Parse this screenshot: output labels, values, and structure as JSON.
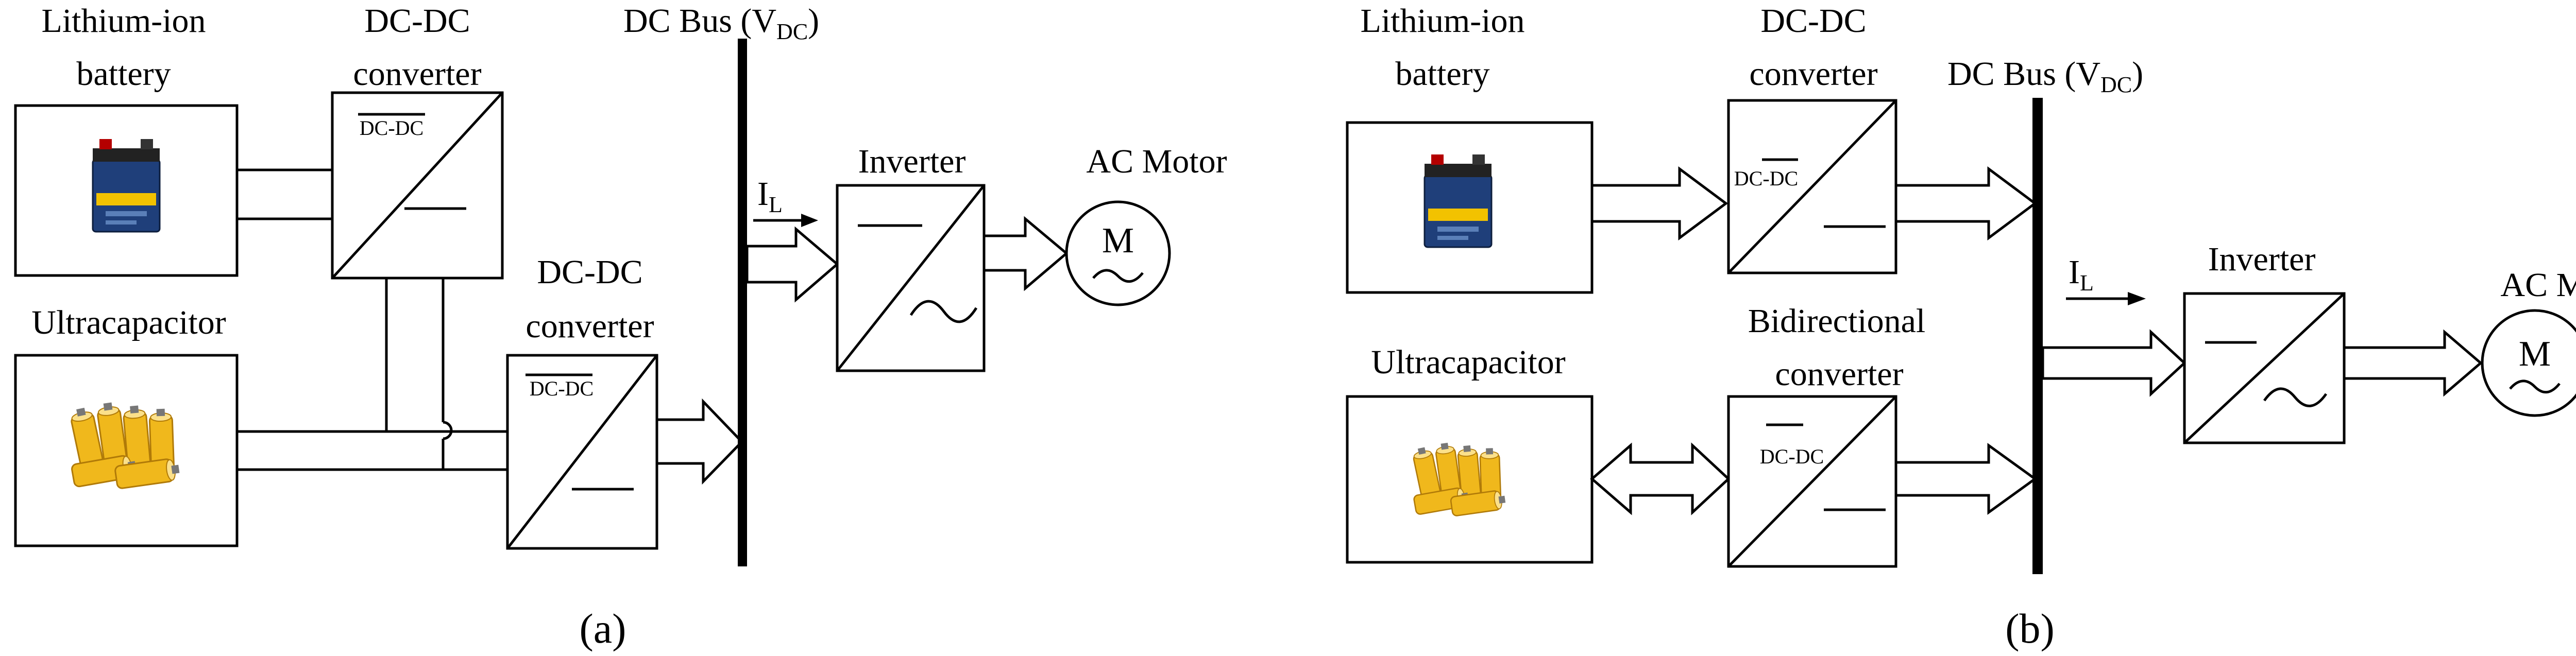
{
  "panel_a": {
    "battery_label_1": "Lithium-ion",
    "battery_label_2": "battery",
    "dcdc1_label_1": "DC-DC",
    "dcdc1_label_2": "converter",
    "dcdc1_text": "DC-DC",
    "bus_label": "DC Bus (V",
    "bus_sub": "DC",
    "bus_close": ")",
    "current_label": "I",
    "current_sub": "L",
    "inverter_label": "Inverter",
    "motor_label": "AC Motor",
    "motor_symbol": "M",
    "ultracap_label": "Ultracapacitor",
    "dcdc2_label_1": "DC-DC",
    "dcdc2_label_2": "converter",
    "dcdc2_text": "DC-DC",
    "caption": "(a)"
  },
  "panel_b": {
    "battery_label_1": "Lithium-ion",
    "battery_label_2": "battery",
    "dcdc_label_1": "DC-DC",
    "dcdc_label_2": "converter",
    "dcdc_text": "DC-DC",
    "bus_label": "DC Bus (V",
    "bus_sub": "DC",
    "bus_close": ")",
    "current_label": "I",
    "current_sub": "L",
    "inverter_label": "Inverter",
    "motor_label": "AC Motor",
    "motor_symbol": "M",
    "ultracap_label": "Ultracapacitor",
    "bidir_label_1": "Bidirectional",
    "bidir_label_2": "converter",
    "bidir_text": "DC-DC",
    "caption": "(b)"
  },
  "colors": {
    "line": "#000000",
    "battery_body": "#1f3f7a",
    "battery_top": "#222222",
    "battery_label_band": "#f2c200",
    "capacitor_yellow": "#f0b81c",
    "capacitor_shadow": "#b07a08"
  },
  "icons": {
    "battery": "car-battery-icon",
    "ultracapacitor": "capacitor-cells-icon",
    "motor": "ac-motor-icon"
  }
}
